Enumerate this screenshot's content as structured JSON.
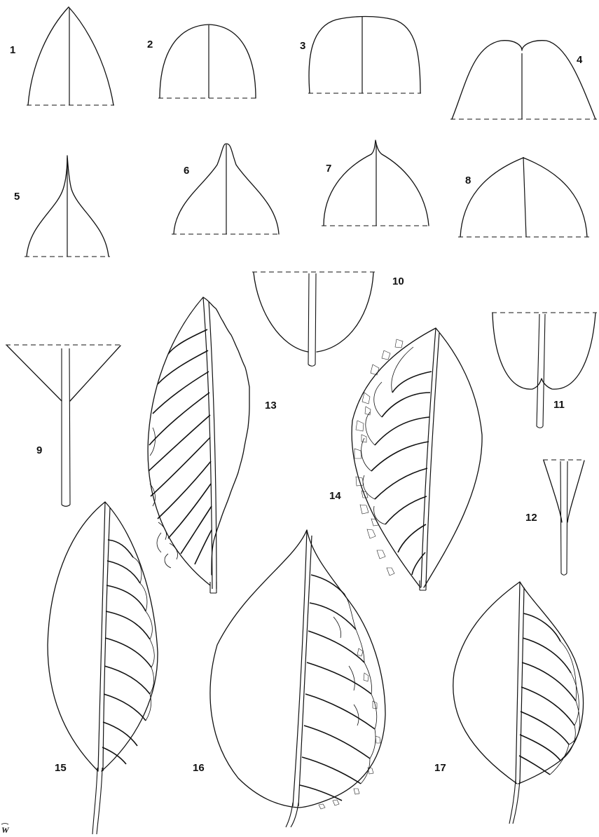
{
  "figure_labels": [
    "1",
    "2",
    "3",
    "4",
    "5",
    "6",
    "7",
    "8",
    "9",
    "10",
    "11",
    "12",
    "13",
    "14",
    "15",
    "16",
    "17"
  ],
  "signature": "W"
}
